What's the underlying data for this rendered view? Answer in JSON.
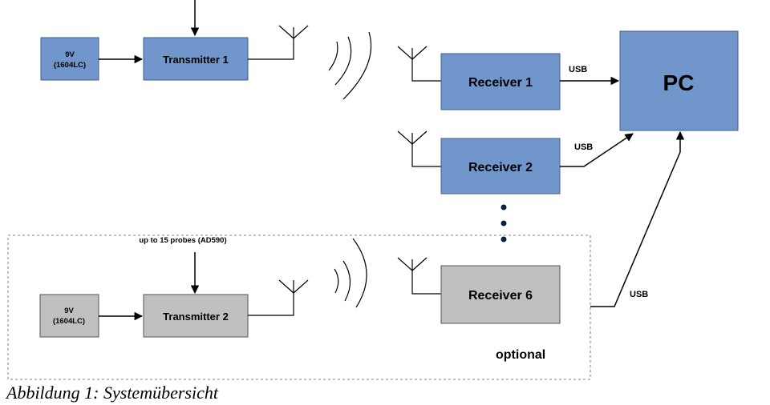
{
  "colors": {
    "blue": "#7096cb",
    "gray": "#c0c0c0",
    "border": "#3d5f8c",
    "line": "#000000"
  },
  "group1": {
    "battery": {
      "line1": "9V",
      "line2": "(1604LC)"
    },
    "transmitter": "Transmitter 1"
  },
  "receivers": {
    "r1": "Receiver 1",
    "r2": "Receiver 2",
    "r6": "Receiver 6"
  },
  "pc": "PC",
  "usb": {
    "r1": "USB",
    "r2": "USB",
    "r6": "USB"
  },
  "group2": {
    "probes_label": "up to 15 probes (AD590)",
    "battery": {
      "line1": "9V",
      "line2": "(1604LC)"
    },
    "transmitter": "Transmitter 2",
    "optional": "optional"
  },
  "caption": "Abbildung 1: Systemübersicht"
}
